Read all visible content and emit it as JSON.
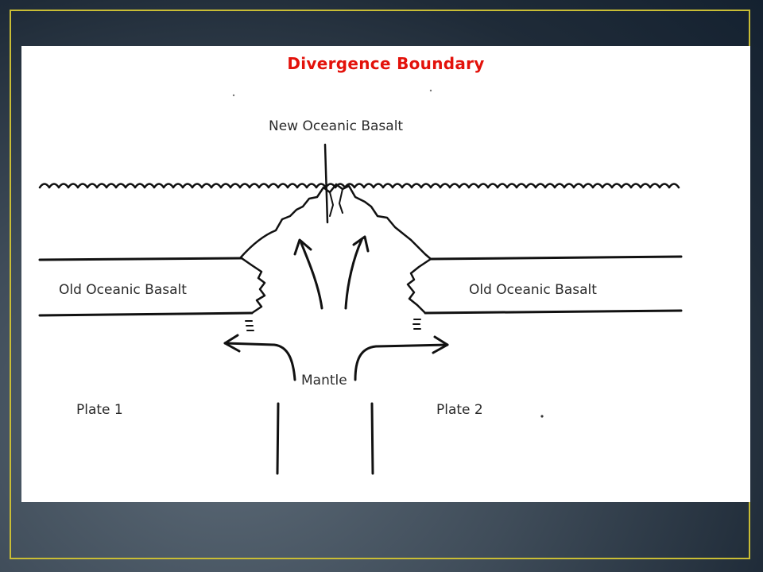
{
  "slide": {
    "title": "Divergence Boundary",
    "accent_color": "#e3120b",
    "border_color": "#c9bd35"
  },
  "diagram": {
    "labels": {
      "new_basalt": "New Oceanic Basalt",
      "old_basalt_left": "Old Oceanic Basalt",
      "old_basalt_right": "Old Oceanic Basalt",
      "mantle": "Mantle",
      "plate_1": "Plate 1",
      "plate_2": "Plate 2"
    }
  }
}
